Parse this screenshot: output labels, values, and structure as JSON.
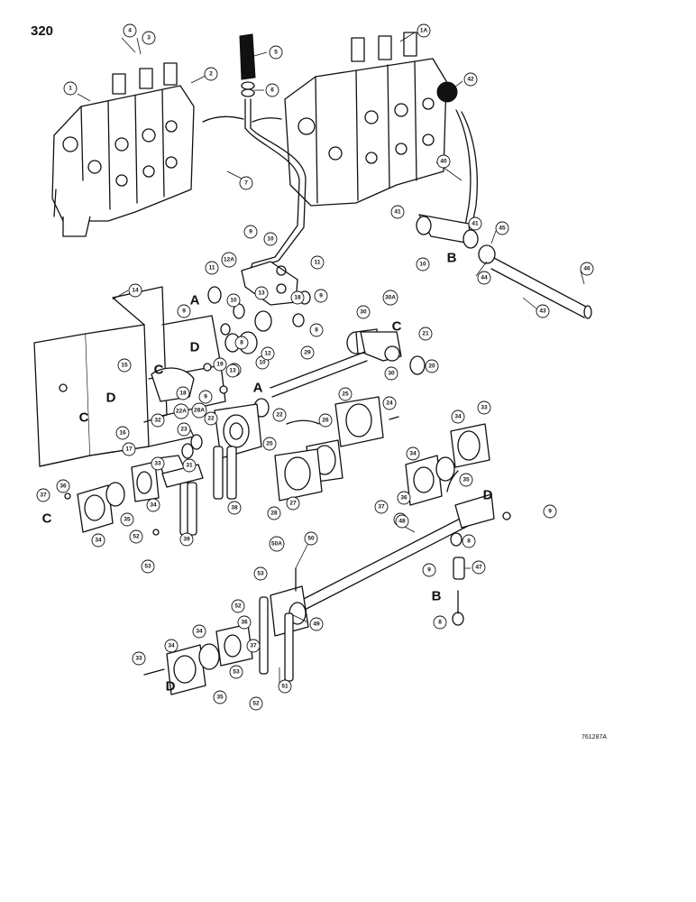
{
  "page_number": "320",
  "reference_code": "761287A",
  "callouts": [
    "1",
    "1A",
    "2",
    "3",
    "4",
    "5",
    "6",
    "7",
    "8",
    "9",
    "10",
    "11",
    "12",
    "12A",
    "13",
    "14",
    "15",
    "16",
    "17",
    "18",
    "19",
    "20",
    "21",
    "22",
    "22A",
    "23",
    "24",
    "25",
    "26",
    "27",
    "28",
    "28A",
    "29",
    "30",
    "30A",
    "31",
    "32",
    "33",
    "34",
    "35",
    "36",
    "37",
    "38",
    "39",
    "40",
    "41",
    "42",
    "43",
    "44",
    "45",
    "46",
    "47",
    "48",
    "49",
    "50",
    "50A",
    "51",
    "52",
    "53"
  ],
  "section_letters": [
    "A",
    "B",
    "C",
    "D"
  ]
}
